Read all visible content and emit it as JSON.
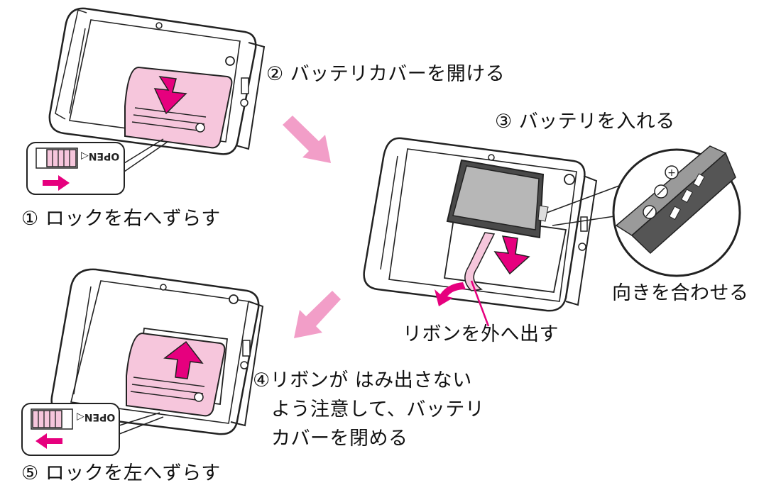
{
  "steps": {
    "step1": "① ロックを右へずらす",
    "step2": "② バッテリカバーを開ける",
    "step3": "③ バッテリを入れる",
    "step4_line1": "④リボンが はみ出さない",
    "step4_line2": "よう注意して、バッテリ",
    "step4_line3": "カバーを閉める",
    "step5": "⑤ ロックを左へずらす"
  },
  "callouts": {
    "orientation": "向きを合わせる",
    "ribbon": "リボンを外へ出す"
  },
  "switch_label": "OPEN◁",
  "colors": {
    "accent_magenta": "#e6007e",
    "cover_pink": "#f6c6dc",
    "flow_arrow_pink": "#f29ec8",
    "line": "#222222"
  }
}
